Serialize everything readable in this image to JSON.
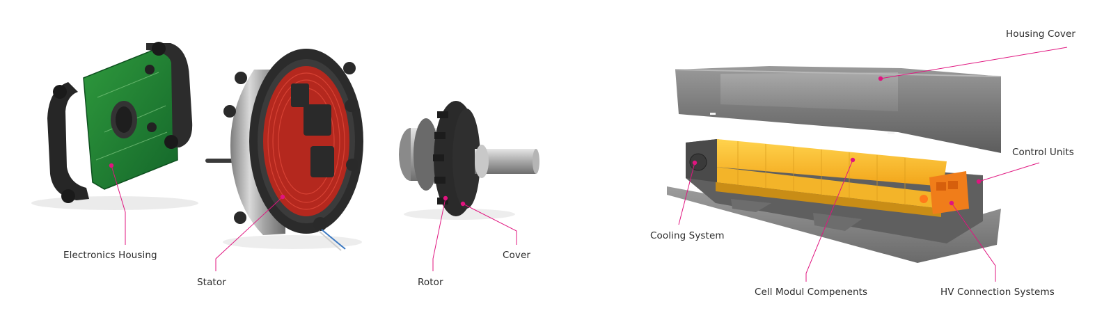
{
  "accent_color": "#e0147f",
  "labels": {
    "electronics_housing": "Electronics Housing",
    "stator": "Stator",
    "rotor": "Rotor",
    "cover": "Cover",
    "housing_cover": "Housing Cover",
    "control_units": "Control Units",
    "cooling_system": "Cooling System",
    "cell_modul_components": "Cell Modul Compenents",
    "hv_connection_systems": "HV Connection Systems"
  }
}
